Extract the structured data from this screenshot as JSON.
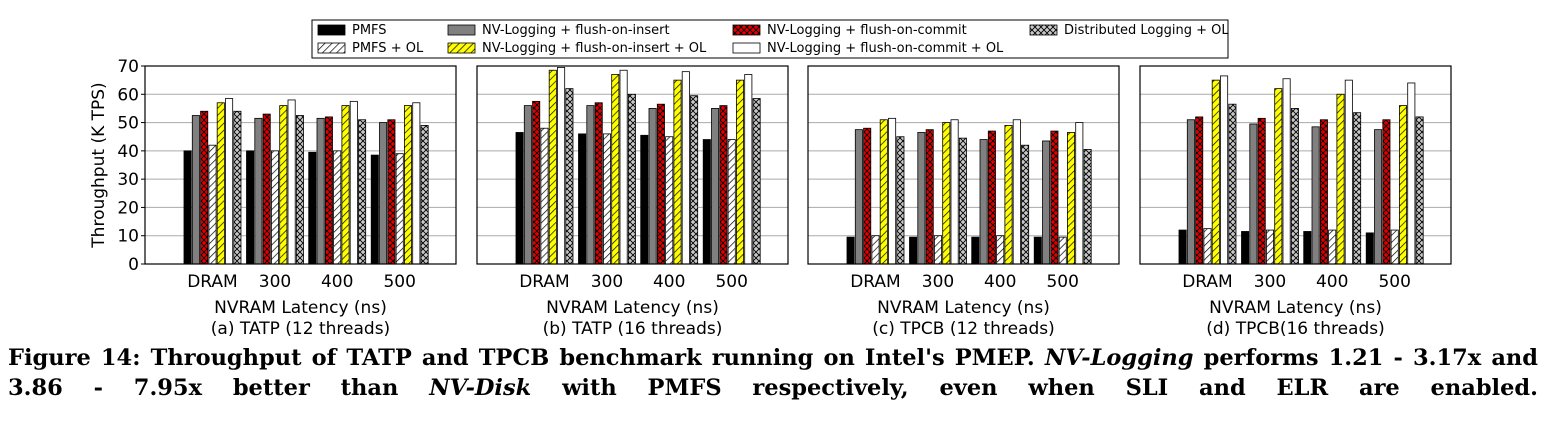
{
  "legend": [
    {
      "label": "PMFS",
      "pattern": "solid",
      "fill": "#000000"
    },
    {
      "label": "PMFS + OL",
      "pattern": "diag",
      "fill": "#ffffff"
    },
    {
      "label": "NV-Logging + flush-on-insert",
      "pattern": "solid",
      "fill": "#808080"
    },
    {
      "label": "NV-Logging + flush-on-insert + OL",
      "pattern": "diag",
      "fill": "#ffff00"
    },
    {
      "label": "NV-Logging + flush-on-commit",
      "pattern": "cross",
      "fill": "#e00000"
    },
    {
      "label": "NV-Logging + flush-on-commit + OL",
      "pattern": "solid",
      "fill": "#ffffff"
    },
    {
      "label": "Distributed Logging + OL",
      "pattern": "cross",
      "fill": "#c8c8c8"
    }
  ],
  "chart_data": [
    {
      "type": "bar",
      "subtitle": "(a) TATP (12 threads)",
      "xlabel": "NVRAM Latency (ns)",
      "ylabel": "Throughput (K TPS)",
      "ylim": [
        0,
        70
      ],
      "yticks": [
        0,
        10,
        20,
        30,
        40,
        50,
        60,
        70
      ],
      "grid": true,
      "categories": [
        "DRAM",
        "300",
        "400",
        "500"
      ],
      "series": [
        {
          "name": "PMFS",
          "values": [
            40,
            40,
            39.5,
            38.5
          ]
        },
        {
          "name": "NV-Logging + flush-on-insert",
          "values": [
            52.5,
            51.5,
            51.5,
            50
          ]
        },
        {
          "name": "NV-Logging + flush-on-commit",
          "values": [
            54,
            53,
            52,
            51
          ]
        },
        {
          "name": "PMFS + OL",
          "values": [
            42,
            40,
            40,
            39
          ]
        },
        {
          "name": "NV-Logging + flush-on-insert + OL",
          "values": [
            57,
            56,
            56,
            56
          ]
        },
        {
          "name": "NV-Logging + flush-on-commit + OL",
          "values": [
            58.5,
            58,
            57.5,
            57
          ]
        },
        {
          "name": "Distributed Logging + OL",
          "values": [
            54,
            52.5,
            51,
            49
          ]
        }
      ]
    },
    {
      "type": "bar",
      "subtitle": "(b) TATP (16 threads)",
      "xlabel": "NVRAM Latency (ns)",
      "ylim": [
        0,
        70
      ],
      "grid": true,
      "categories": [
        "DRAM",
        "300",
        "400",
        "500"
      ],
      "series": [
        {
          "name": "PMFS",
          "values": [
            46.5,
            46,
            45.5,
            44
          ]
        },
        {
          "name": "NV-Logging + flush-on-insert",
          "values": [
            56,
            56,
            55,
            55
          ]
        },
        {
          "name": "NV-Logging + flush-on-commit",
          "values": [
            57.5,
            57,
            56.5,
            56
          ]
        },
        {
          "name": "PMFS + OL",
          "values": [
            48,
            46,
            45,
            44
          ]
        },
        {
          "name": "NV-Logging + flush-on-insert + OL",
          "values": [
            68.5,
            67,
            65,
            65
          ]
        },
        {
          "name": "NV-Logging + flush-on-commit + OL",
          "values": [
            69.5,
            68.5,
            68,
            67
          ]
        },
        {
          "name": "Distributed Logging + OL",
          "values": [
            62,
            60,
            59.5,
            58.5
          ]
        }
      ]
    },
    {
      "type": "bar",
      "subtitle": "(c) TPCB (12 threads)",
      "xlabel": "NVRAM Latency (ns)",
      "ylim": [
        0,
        70
      ],
      "grid": true,
      "categories": [
        "DRAM",
        "300",
        "400",
        "500"
      ],
      "series": [
        {
          "name": "PMFS",
          "values": [
            9.5,
            9.5,
            9.5,
            9.5
          ]
        },
        {
          "name": "NV-Logging + flush-on-insert",
          "values": [
            47.5,
            46.5,
            44,
            43.5
          ]
        },
        {
          "name": "NV-Logging + flush-on-commit",
          "values": [
            48,
            47.5,
            47,
            47
          ]
        },
        {
          "name": "PMFS + OL",
          "values": [
            10,
            10,
            10,
            9.5
          ]
        },
        {
          "name": "NV-Logging + flush-on-insert + OL",
          "values": [
            51,
            50,
            49,
            46.5
          ]
        },
        {
          "name": "NV-Logging + flush-on-commit + OL",
          "values": [
            51.5,
            51,
            51,
            50
          ]
        },
        {
          "name": "Distributed Logging + OL",
          "values": [
            45,
            44.5,
            42,
            40.5
          ]
        }
      ]
    },
    {
      "type": "bar",
      "subtitle": "(d) TPCB(16 threads)",
      "xlabel": "NVRAM Latency (ns)",
      "ylim": [
        0,
        70
      ],
      "grid": true,
      "categories": [
        "DRAM",
        "300",
        "400",
        "500"
      ],
      "series": [
        {
          "name": "PMFS",
          "values": [
            12,
            11.5,
            11.5,
            11
          ]
        },
        {
          "name": "NV-Logging + flush-on-insert",
          "values": [
            51,
            49.5,
            48.5,
            47.5
          ]
        },
        {
          "name": "NV-Logging + flush-on-commit",
          "values": [
            52,
            51.5,
            51,
            51
          ]
        },
        {
          "name": "PMFS + OL",
          "values": [
            12.5,
            12,
            12,
            12
          ]
        },
        {
          "name": "NV-Logging + flush-on-insert + OL",
          "values": [
            65,
            62,
            60,
            56
          ]
        },
        {
          "name": "NV-Logging + flush-on-commit + OL",
          "values": [
            66.5,
            65.5,
            65,
            64
          ]
        },
        {
          "name": "Distributed Logging + OL",
          "values": [
            56.5,
            55,
            53.5,
            52
          ]
        }
      ]
    }
  ],
  "caption": {
    "part1": "Figure 14: Throughput of TATP and TPCB benchmark running on Intel's PMEP.",
    "em1": "NV-Logging",
    "part2": "performs 1.21 - 3.17x and 3.86 - 7.95x better than",
    "em2": "NV-Disk",
    "part3": "with PMFS respectively, even when SLI and ELR are enabled."
  }
}
